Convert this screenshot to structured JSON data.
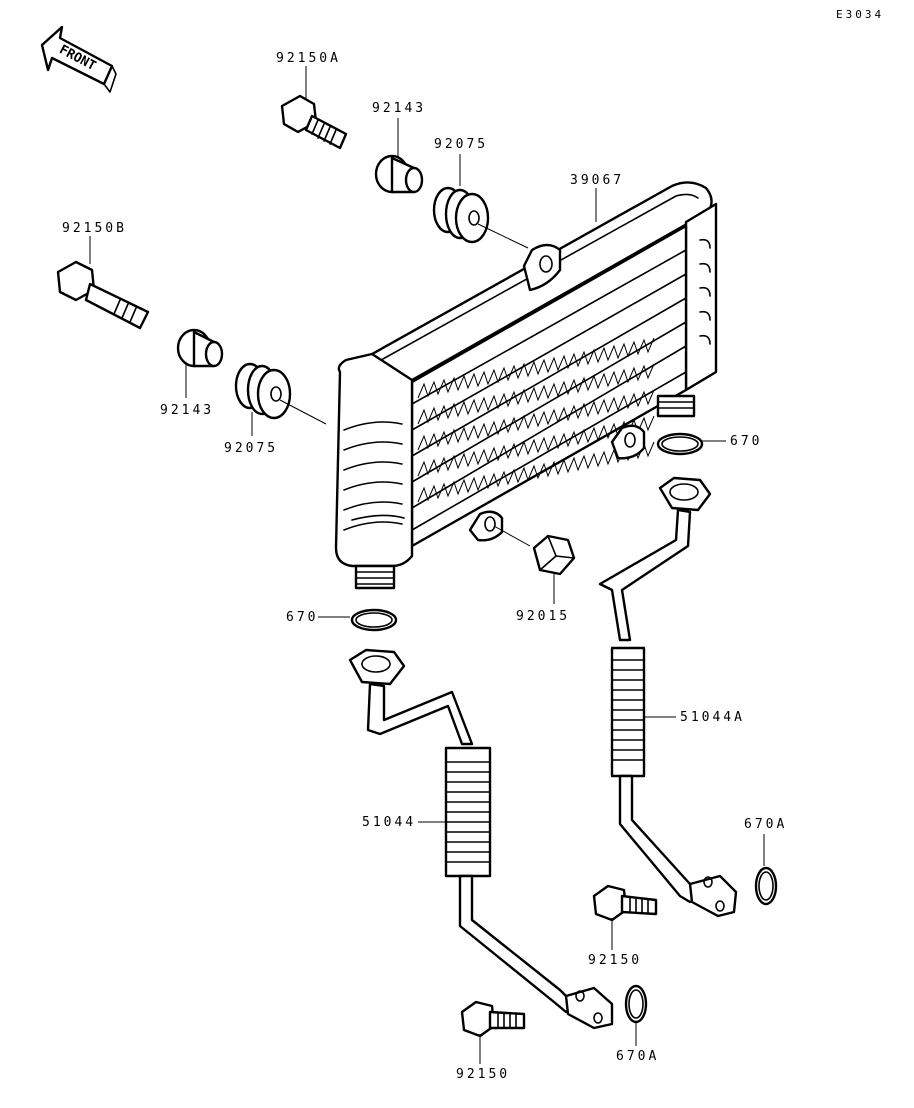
{
  "diagram_code": "E3034",
  "front_arrow": "FRONT",
  "labels": {
    "p92150A": "92150A",
    "p92143_top": "92143",
    "p92075_top": "92075",
    "p39067": "39067",
    "p92150B": "92150B",
    "p92143_left": "92143",
    "p92075_left": "92075",
    "p670_right": "670",
    "p670_left": "670",
    "p92015": "92015",
    "p51044A": "51044A",
    "p51044": "51044",
    "p670A_right": "670A",
    "p670A_bottom": "670A",
    "p92150_mid": "92150",
    "p92150_bottom": "92150"
  }
}
